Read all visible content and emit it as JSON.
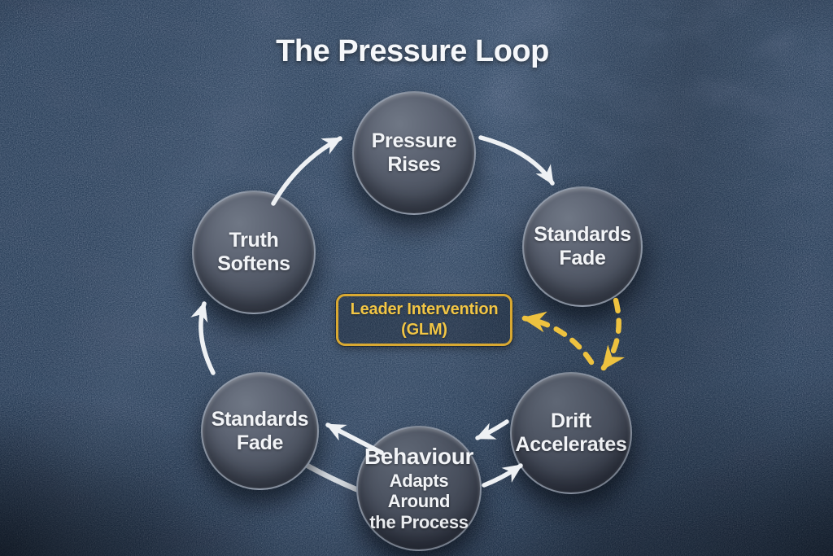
{
  "title": "The Pressure Loop",
  "center_box": {
    "line1": "Leader Intervention",
    "line2": "(GLM)"
  },
  "nodes": [
    {
      "id": "pressure-rises",
      "lines": [
        "Pressure",
        "Rises"
      ]
    },
    {
      "id": "standards-fade-right",
      "lines": [
        "Standards",
        "Fade"
      ]
    },
    {
      "id": "drift-accelerates",
      "lines": [
        "Drift",
        "Accelerates"
      ]
    },
    {
      "id": "behaviour-adapts",
      "lines": [
        "Behaviour",
        "Adapts Around",
        "the Process"
      ]
    },
    {
      "id": "standards-fade-left",
      "lines": [
        "Standards",
        "Fade"
      ]
    },
    {
      "id": "truth-softens",
      "lines": [
        "Truth",
        "Softens"
      ]
    }
  ],
  "edges": [
    {
      "from": "truth-softens",
      "to": "pressure-rises",
      "style": "solid-white"
    },
    {
      "from": "pressure-rises",
      "to": "standards-fade-right",
      "style": "solid-white"
    },
    {
      "from": "standards-fade-right",
      "to": "drift-accelerates",
      "style": "dashed-yellow"
    },
    {
      "from": "drift-accelerates",
      "to": "leader-intervention",
      "style": "dashed-yellow"
    },
    {
      "from": "drift-accelerates",
      "to": "behaviour-adapts",
      "style": "solid-white"
    },
    {
      "from": "behaviour-adapts",
      "to": "drift-accelerates",
      "style": "solid-white"
    },
    {
      "from": "behaviour-adapts",
      "to": "standards-fade-left",
      "style": "solid-white"
    },
    {
      "from": "standards-fade-left",
      "to": "truth-softens",
      "style": "solid-white"
    }
  ],
  "colors": {
    "background": "#2c3d56",
    "node_fill": "#4e5563",
    "accent_yellow": "#eec23f",
    "box_border": "#d9a932",
    "arrow_white": "#eef1f4",
    "title_text": "#f5f7fa"
  }
}
